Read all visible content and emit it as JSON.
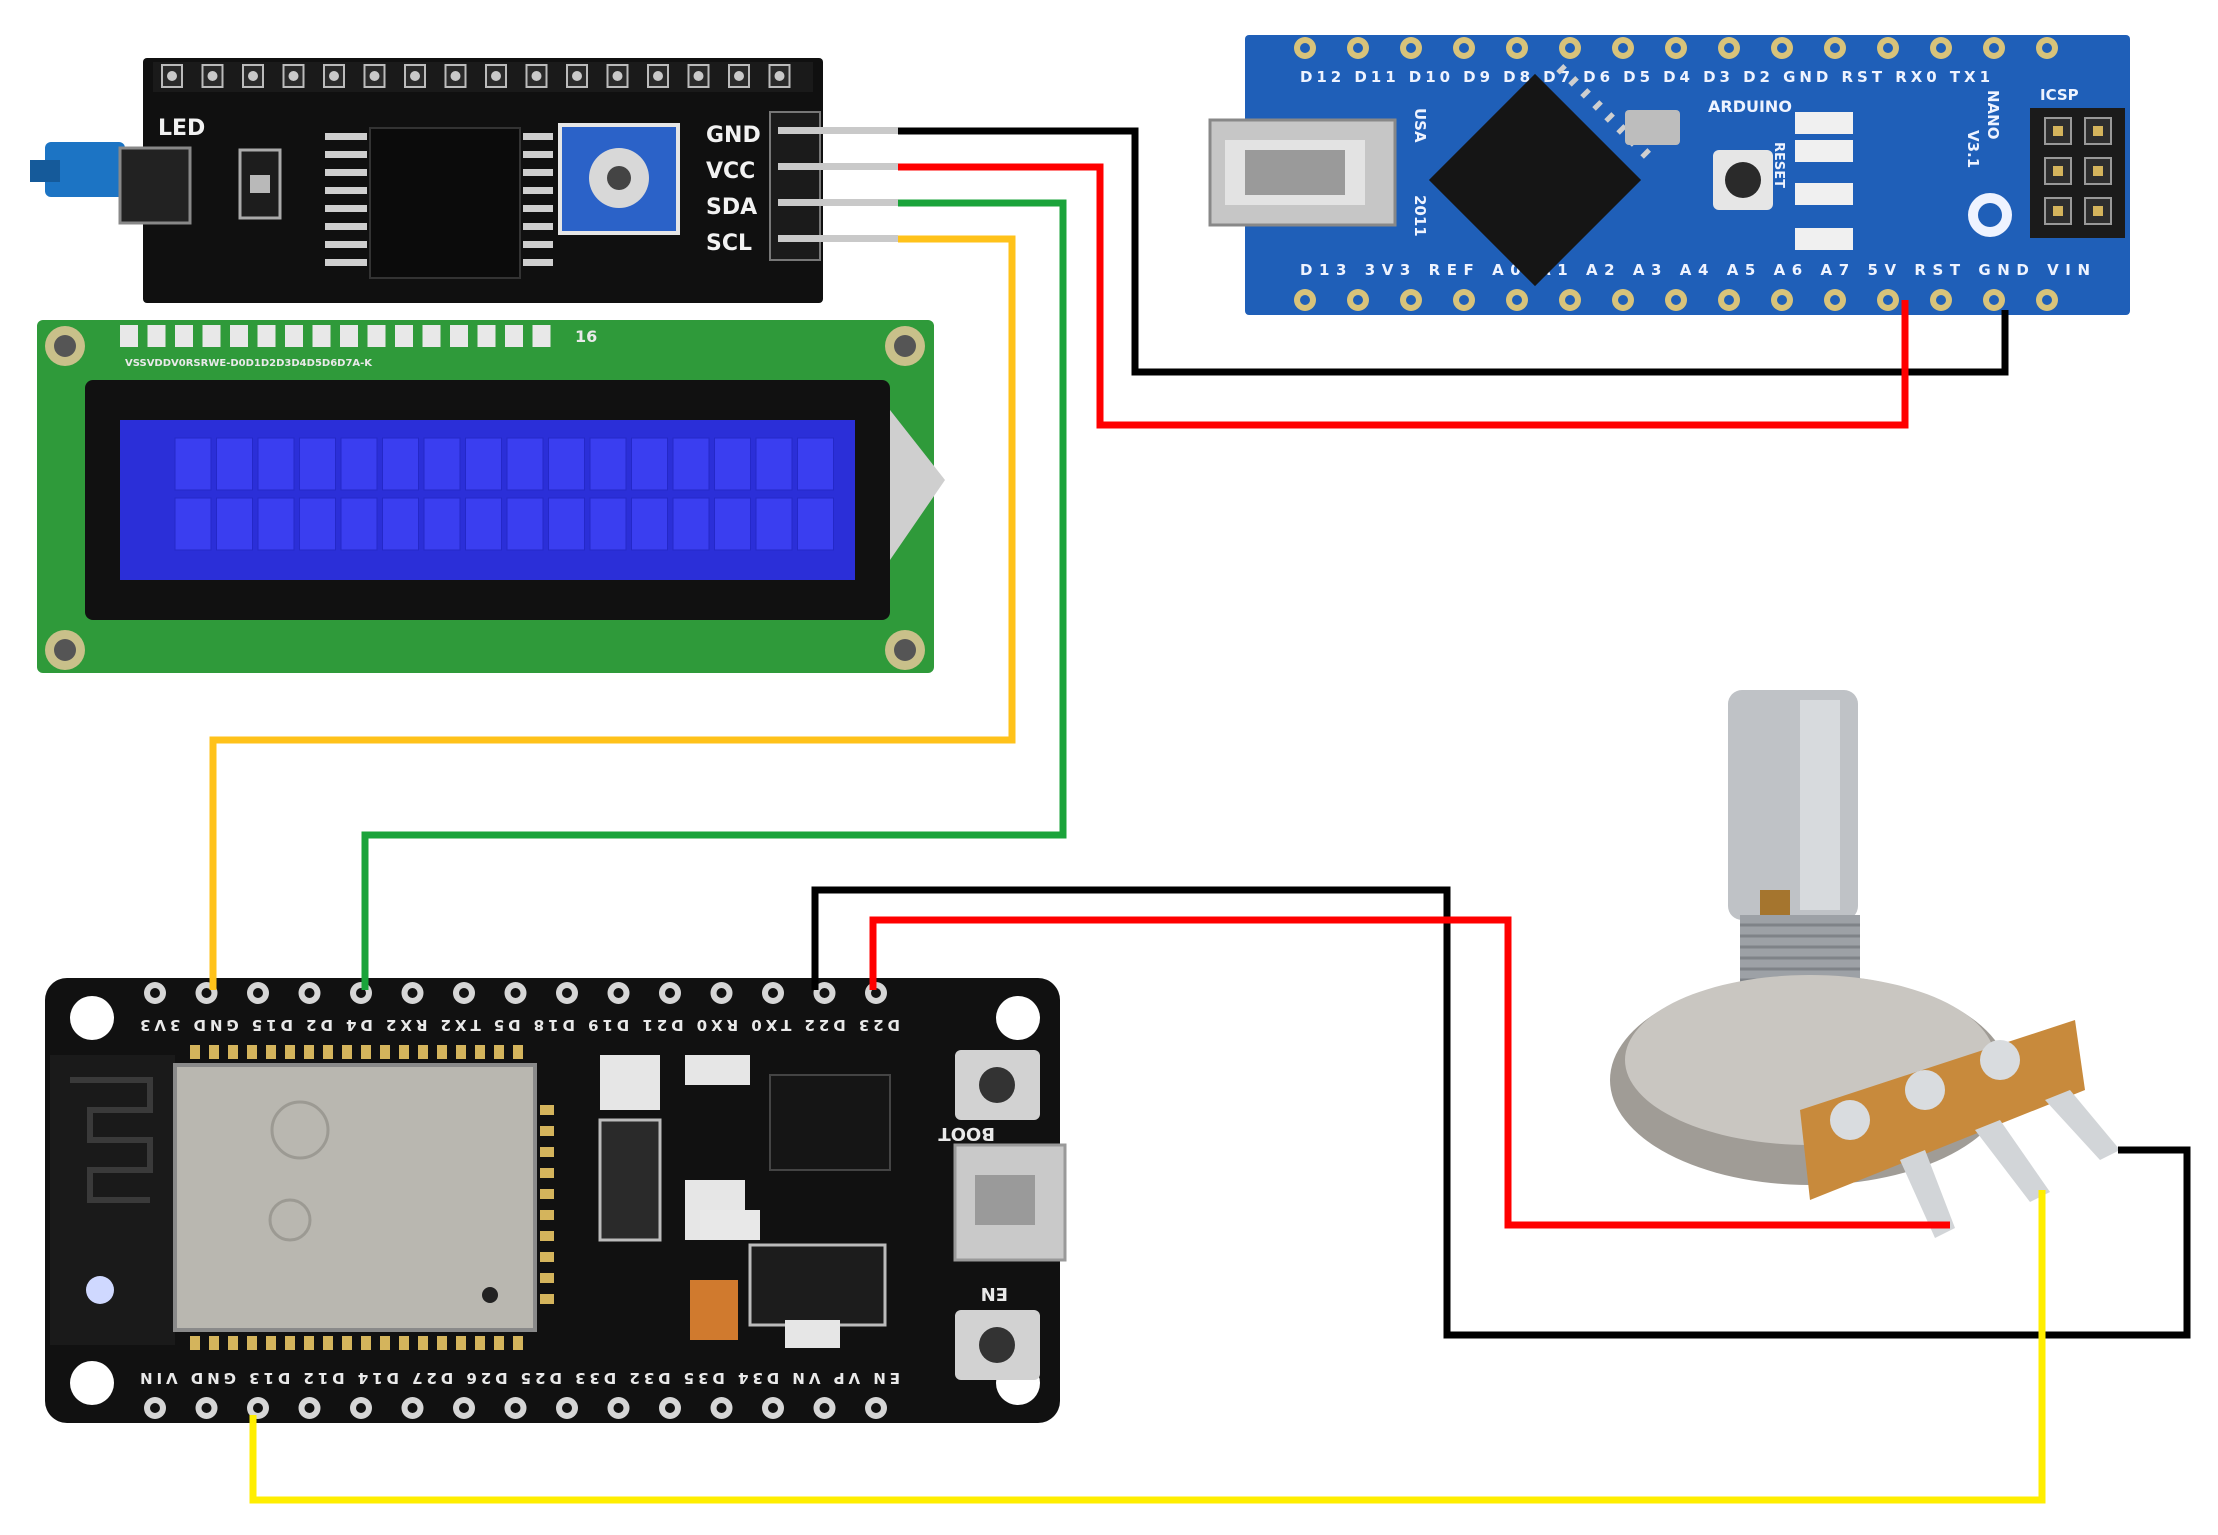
{
  "i2c_backpack": {
    "led_label": "LED",
    "pin_labels": [
      "GND",
      "VCC",
      "SDA",
      "SCL"
    ]
  },
  "lcd": {
    "header_number": "16",
    "pin_silk": "VSSVDDV0RSRWE-D0D1D2D3D4D5D6D7A-K"
  },
  "nano": {
    "top_silk": "D12 D11 D10 D9 D8 D7 D6 D5 D4 D3 D2 GND RST RX0 TX1",
    "bottom_silk": "D13 3V3 REF A0 A1 A2 A3 A4 A5 A6 A7 5V RST GND VIN",
    "board_text": [
      "ARDUINO",
      "NANO",
      "V3.1",
      "ICSP",
      "RESET",
      "USA",
      "2011"
    ]
  },
  "esp32": {
    "top_silk": "D23 D22 TX0 RX0 D21 D19 D18 D5 TX2 RX2 D4 D2 D15 GND 3V3",
    "bottom_silk": "EN VP VN D34 D35 D32 D33 D25 D26 D27 D14 D12 D13 GND VIN",
    "boot_label": "BOOT",
    "en_label": "EN"
  },
  "wire_colors": {
    "gnd": "#000000",
    "vcc": "#ff0000",
    "sda": "#1aa33a",
    "scl": "#ffc21a",
    "signal": "#ffee00"
  },
  "board_colors": {
    "nano": "#1f5fb8",
    "esp32": "#111111",
    "lcd_pcb": "#2f9a3a",
    "lcd_screen": "#2b2fd8"
  }
}
